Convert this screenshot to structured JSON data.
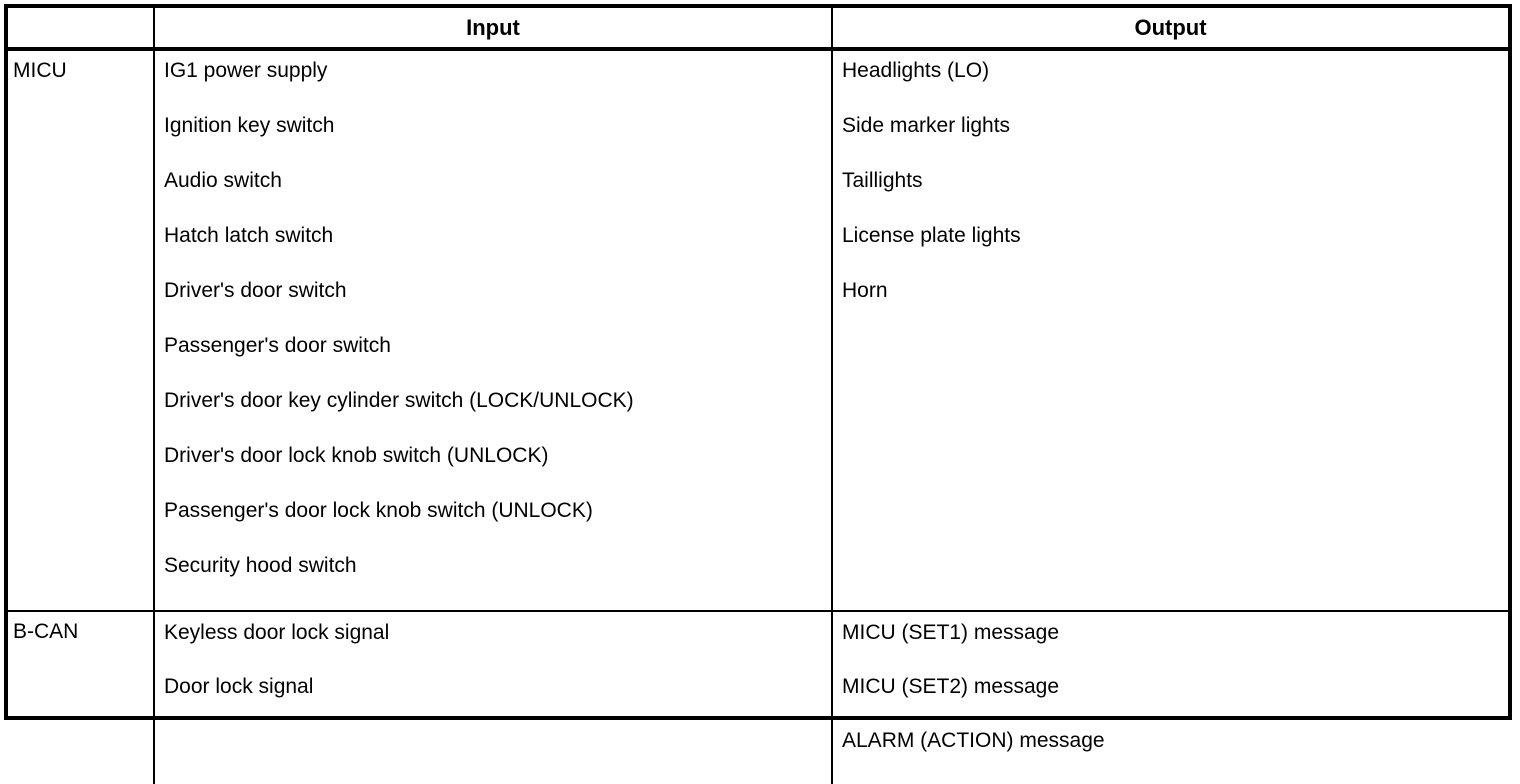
{
  "table": {
    "columns": [
      {
        "key": "system",
        "label": ""
      },
      {
        "key": "input",
        "label": "Input"
      },
      {
        "key": "output",
        "label": "Output"
      }
    ],
    "rows": [
      {
        "system": "MICU",
        "inputs": [
          "IG1 power supply",
          "Ignition key switch",
          "Audio switch",
          "Hatch latch switch",
          "Driver's door switch",
          "Passenger's door switch",
          "Driver's door key cylinder switch (LOCK/UNLOCK)",
          "Driver's door lock knob switch (UNLOCK)",
          "Passenger's door lock knob switch (UNLOCK)",
          "Security hood switch"
        ],
        "outputs": [
          "Headlights (LO)",
          "Side marker lights",
          "Taillights",
          "License plate lights",
          "Horn"
        ]
      },
      {
        "system": "B-CAN",
        "inputs": [
          "Keyless door lock signal",
          "Door lock signal"
        ],
        "outputs": [
          "MICU (SET1) message",
          "MICU (SET2) message",
          "ALARM (ACTION) message"
        ]
      }
    ]
  },
  "colors": {
    "border": "#000000",
    "text": "#000000",
    "background": "#ffffff"
  }
}
